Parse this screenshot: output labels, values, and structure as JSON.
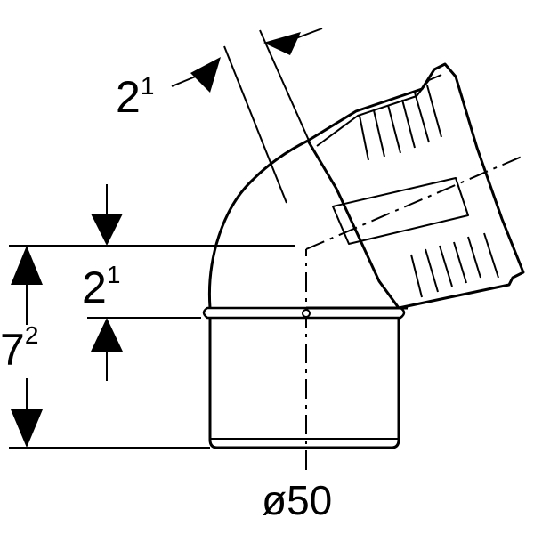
{
  "colors": {
    "line": "#000000",
    "background": "#ffffff"
  },
  "dimensions": {
    "offset_top": {
      "base": "2",
      "exponent": "1"
    },
    "offset_mid": {
      "base": "2",
      "exponent": "1"
    },
    "height_left": {
      "base": "7",
      "exponent": "2"
    },
    "diameter": "ø50"
  }
}
